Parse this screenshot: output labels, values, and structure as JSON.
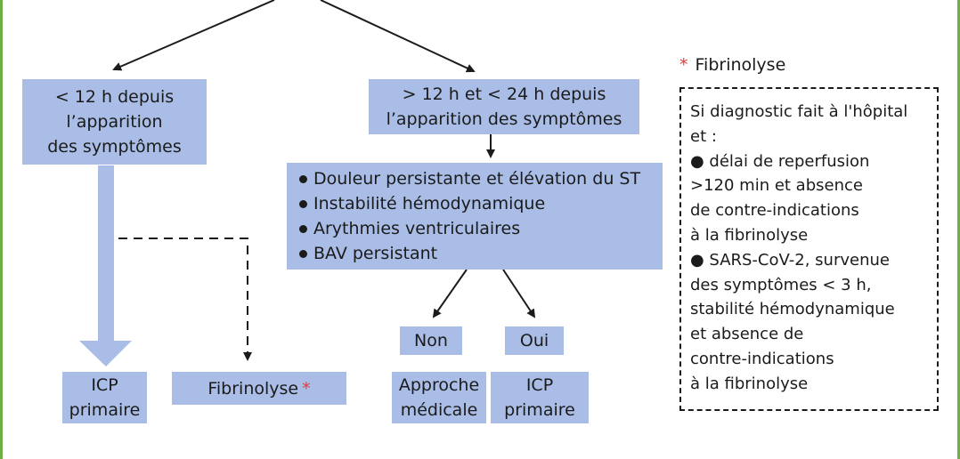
{
  "boxes": {
    "lt12": {
      "lines": [
        "< 12 h depuis",
        "l’apparition",
        "des symptômes"
      ]
    },
    "gt12": {
      "lines": [
        "> 12 h et < 24 h depuis",
        "l’apparition des symptômes"
      ]
    },
    "criteria": {
      "items": [
        "Douleur persistante et élévation du ST",
        "Instabilité hémodynamique",
        "Arythmies ventriculaires",
        "BAV persistant"
      ]
    },
    "icp_left": {
      "lines": [
        "ICP",
        "primaire"
      ]
    },
    "fibrinolyse": {
      "label": "Fibrinolyse",
      "star": "*"
    },
    "non": {
      "label": "Non"
    },
    "oui": {
      "label": "Oui"
    },
    "approche": {
      "lines": [
        "Approche",
        "médicale"
      ]
    },
    "icp_right": {
      "lines": [
        "ICP",
        "primaire"
      ]
    }
  },
  "note": {
    "star": "*",
    "title": "Fibrinolyse",
    "lines": [
      "Si diagnostic fait à l'hôpital",
      "et :",
      "● délai de reperfusion",
      ">120 min et absence",
      "de contre-indications",
      "à la fibrinolyse",
      "● SARS-CoV-2, survenue",
      "des symptômes < 3 h,",
      "stabilité hémodynamique",
      "et absence de",
      "contre-indications",
      "à la fibrinolyse"
    ]
  },
  "colors": {
    "box_fill": "#a9bde6",
    "frame_green": "#6fae44",
    "asterisk_red": "#e33a3a",
    "text": "#1b1b1b"
  }
}
